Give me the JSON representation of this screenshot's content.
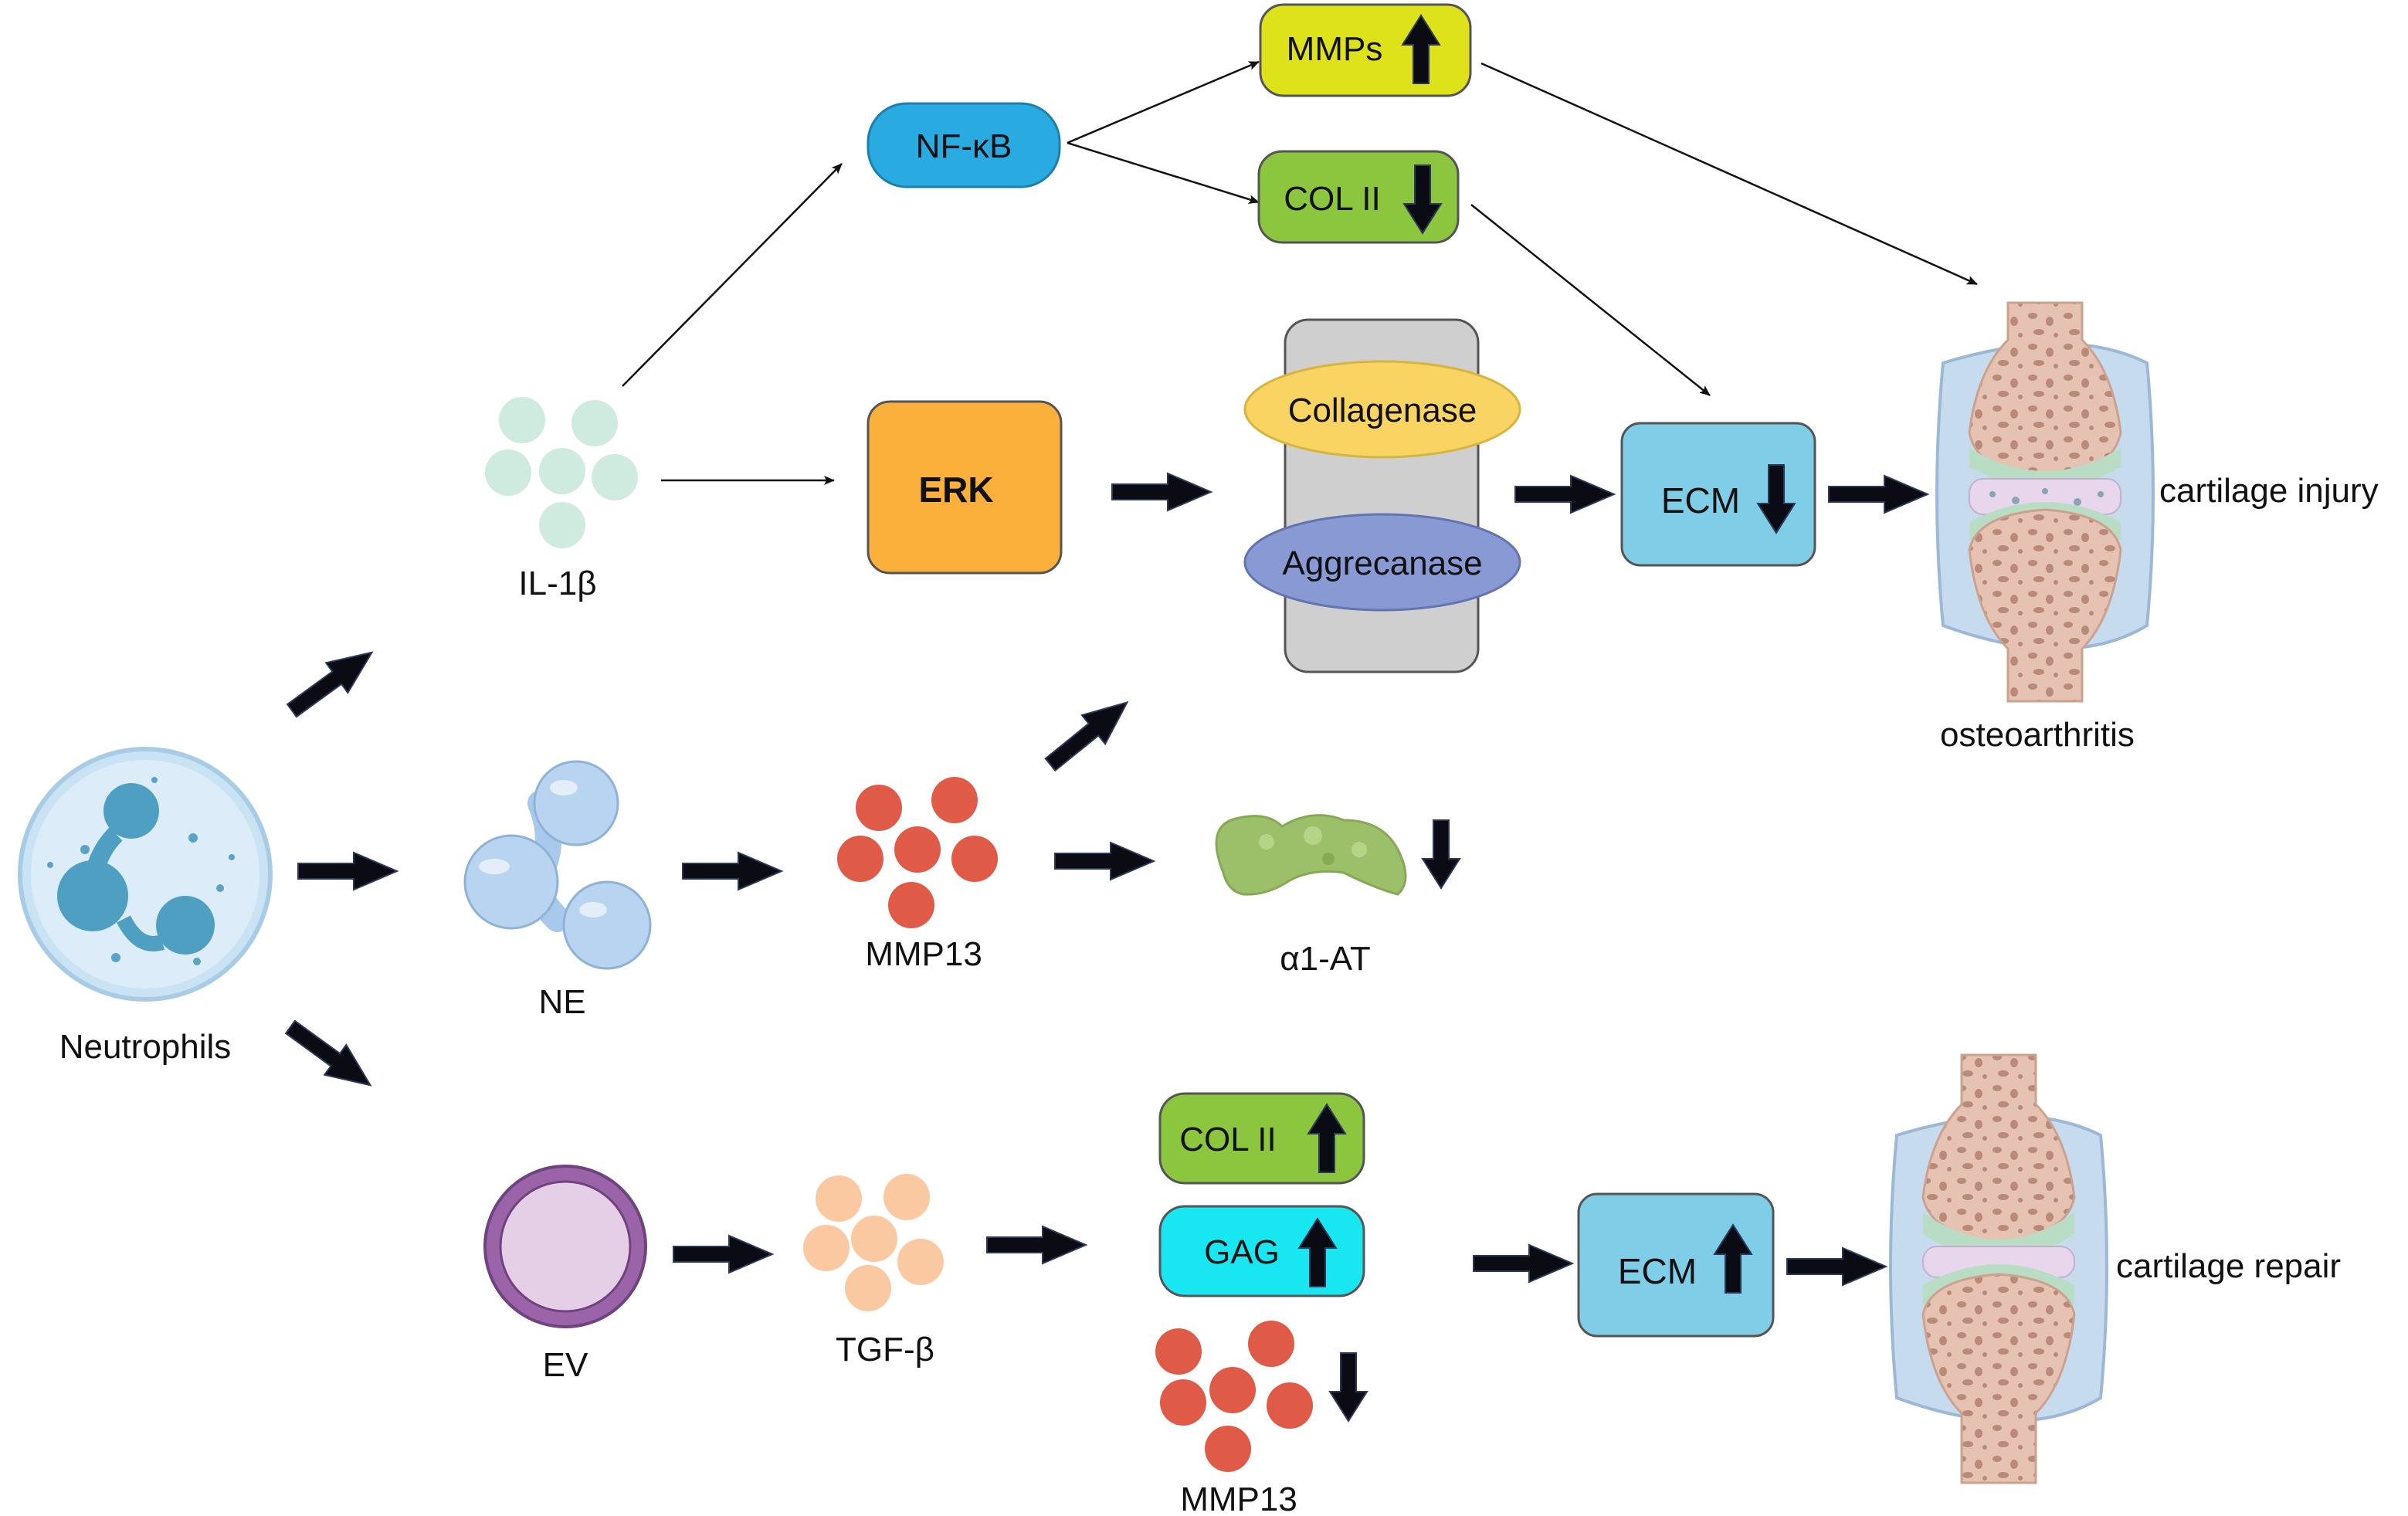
{
  "labels": {
    "neutrophils": "Neutrophils",
    "il1b": "IL-1β",
    "ne": "NE",
    "mmp13_mid": "MMP13",
    "a1at": "α1-AT",
    "ev": "EV",
    "tgfb": "TGF-β",
    "mmp13_bottom": "MMP13",
    "cartilage_injury": "cartilage injury",
    "osteoarthritis": "osteoarthritis",
    "cartilage_repair": "cartilage repair"
  },
  "boxes": {
    "nfkb": "NF-κB",
    "mmps": "MMPs",
    "col2_top": "COL II",
    "erk": "ERK",
    "collagenase": "Collagenase",
    "aggrecanase": "Aggrecanase",
    "ecm_top": "ECM",
    "col2_bottom": "COL II",
    "gag": "GAG",
    "ecm_bottom": "ECM"
  },
  "trends": {
    "mmps": "up",
    "col2_top": "down",
    "ecm_top": "down",
    "a1at": "down",
    "col2_bottom": "up",
    "gag": "up",
    "ecm_bottom": "up",
    "mmp13_bottom": "down"
  },
  "colors": {
    "nfkb": "#29abe2",
    "mmps": "#dde21b",
    "col2": "#8cc63f",
    "erk": "#fbb03b",
    "collagenase": "#f9d462",
    "aggrecanase": "#8899d3",
    "ecm": "#7fcde6",
    "gag": "#18e6f0",
    "il1b": "#cfeadf",
    "mmp13": "#e05a48",
    "tgfb": "#fac9a2",
    "ne": "#a9c9ec",
    "ev_ring": "#9b64a8",
    "ev_fill": "#e4cfe6",
    "a1at": "#9cc06a",
    "neutrophil": "#d8ecf8",
    "nucleus": "#4f9fc3",
    "bone": "#e4bfae",
    "membrane": "#c7dbee"
  }
}
